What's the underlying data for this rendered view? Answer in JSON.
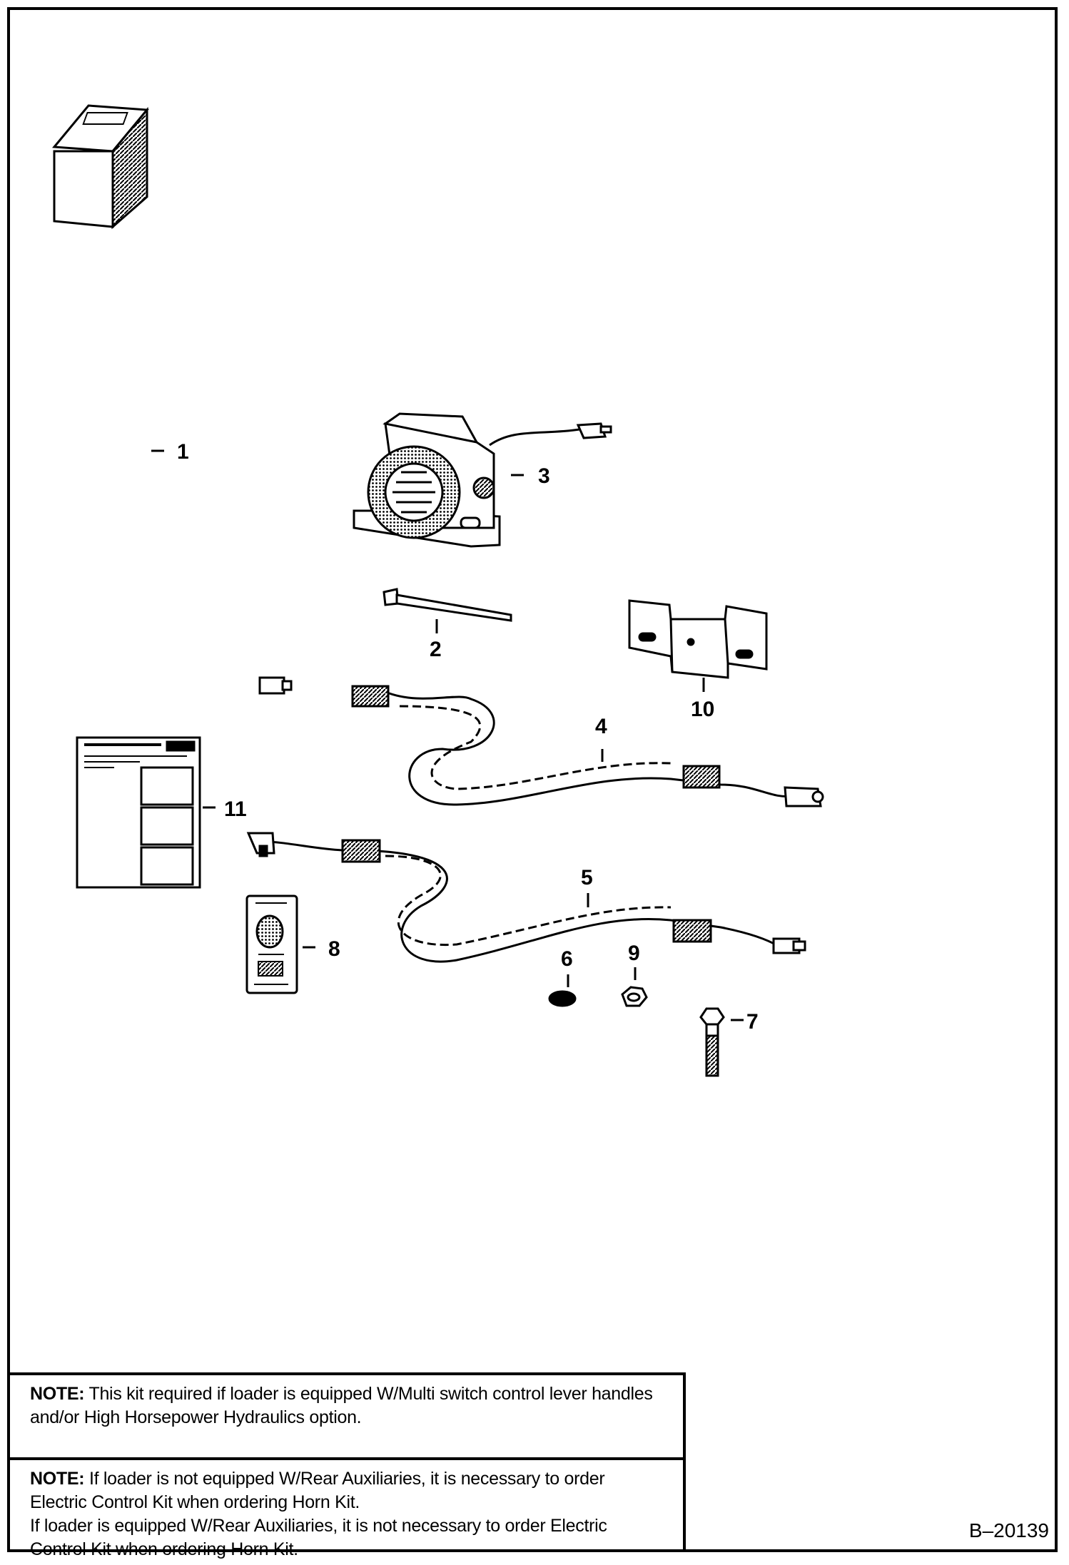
{
  "figure_id": "B–20139",
  "callouts": {
    "c1": "1",
    "c2": "2",
    "c3": "3",
    "c4": "4",
    "c5": "5",
    "c6": "6",
    "c7": "7",
    "c8": "8",
    "c9": "9",
    "c10": "10",
    "c11": "11"
  },
  "notes": [
    {
      "label": "NOTE:",
      "text": "This kit required if loader is equipped W/Multi switch control lever handles and/or High Horsepower Hydraulics option."
    },
    {
      "label": "NOTE:",
      "text_line1": "If loader is not equipped W/Rear Auxiliaries, it is necessary to order Electric Control Kit when ordering Horn Kit.",
      "text_line2": "If loader is equipped W/Rear Auxiliaries, it is not necessary to order Electric Control Kit when ordering Horn Kit."
    }
  ]
}
